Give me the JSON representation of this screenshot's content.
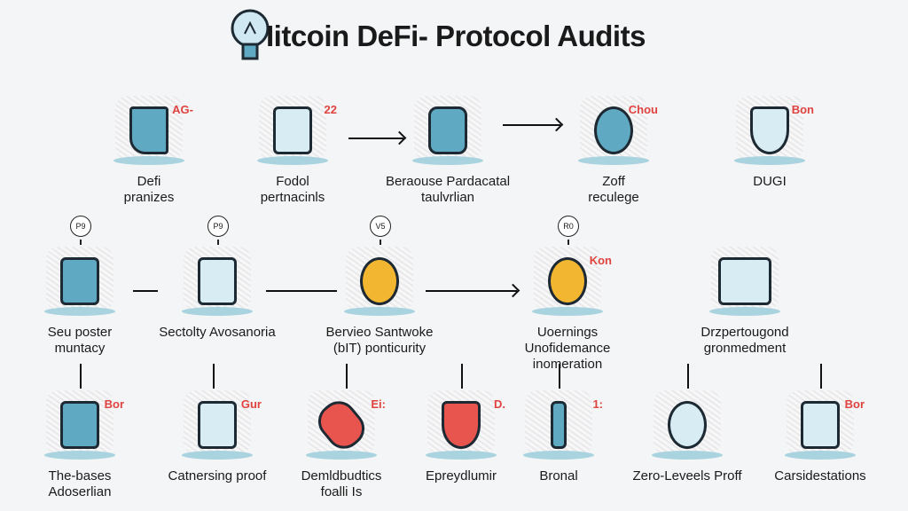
{
  "title": "Iitcoin DeFi- Protocol Audits",
  "colors": {
    "accent_blue": "#5fa9c2",
    "accent_red": "#e0433f",
    "accent_yellow": "#f2b631",
    "outline": "#1e2a33"
  },
  "rows": [
    {
      "nodes": [
        {
          "label": [
            "Defi",
            "pranizes"
          ],
          "tag": "AG-",
          "icon": "boot-icon"
        },
        {
          "label": [
            "Fodol",
            "pertnacinls"
          ],
          "tag": "22",
          "icon": "scanner-icon"
        },
        {
          "label": [
            "Beraouse Pardacatal",
            "taulvrlian"
          ],
          "tag": "",
          "icon": "train-icon"
        },
        {
          "label": [
            "Zoff",
            "reculege"
          ],
          "tag": "Chou",
          "icon": "blob-icon"
        },
        {
          "label": [
            "DUGI"
          ],
          "tag": "Bon",
          "icon": "shield-icon"
        }
      ]
    },
    {
      "badges": [
        "P9",
        "P9",
        "V5",
        "R0"
      ],
      "nodes": [
        {
          "label": [
            "Seu poster",
            "muntacy"
          ],
          "tag": "",
          "icon": "phone-icon"
        },
        {
          "label": [
            "Sectolty Avosanoria"
          ],
          "tag": "",
          "icon": "sign-icon"
        },
        {
          "label": [
            "Bervieo Santwoke",
            "(bIT) ponticurity"
          ],
          "tag": "",
          "icon": "coin-icon"
        },
        {
          "label": [
            "Uoernings Unofidemance",
            "inomeration"
          ],
          "tag": "Kon",
          "icon": "globe-icon"
        },
        {
          "label": [
            "Drzpertougond",
            "gronmedment"
          ],
          "tag": "",
          "icon": "network-icon"
        }
      ]
    },
    {
      "nodes": [
        {
          "label": [
            "The-bases",
            "Adoserlian"
          ],
          "tag": "Bor",
          "icon": "cloth-icon"
        },
        {
          "label": [
            "Catnersing proof"
          ],
          "tag": "Gur",
          "icon": "warning-sign-icon"
        },
        {
          "label": [
            "Demldbudtics",
            "foalli Is"
          ],
          "tag": "Ei:",
          "icon": "capsule-icon"
        },
        {
          "label": [
            "Epreydlumir"
          ],
          "tag": "D.",
          "icon": "shield-badge-icon"
        },
        {
          "label": [
            "Bronal"
          ],
          "tag": "1:",
          "icon": "post-icon"
        },
        {
          "label": [
            "Zero-Leveels Proff"
          ],
          "tag": "",
          "icon": "bowl-icon"
        },
        {
          "label": [
            "Carsidestations"
          ],
          "tag": "Bor",
          "icon": "map-icon"
        }
      ]
    }
  ]
}
